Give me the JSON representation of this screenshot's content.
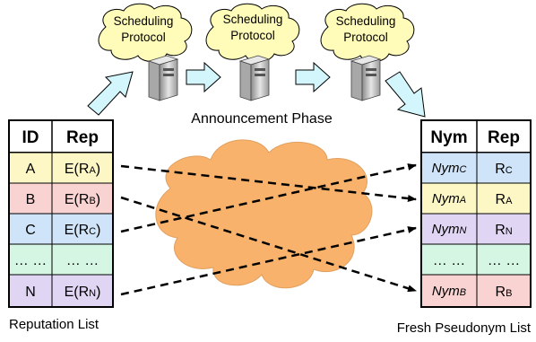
{
  "servers": [
    {
      "line1": "Scheduling",
      "line2": "Protocol"
    },
    {
      "line1": "Scheduling",
      "line2": "Protocol"
    },
    {
      "line1": "Scheduling",
      "line2": "Protocol"
    }
  ],
  "phase_label": "Announcement Phase",
  "left_table": {
    "headers": [
      "ID",
      "Rep"
    ],
    "rows": [
      {
        "id": "A",
        "rep": "E(R",
        "rep_sub": "A",
        "rep_close": ")",
        "color": "#fdf7c6"
      },
      {
        "id": "B",
        "rep": "E(R",
        "rep_sub": "B",
        "rep_close": ")",
        "color": "#f9d2d2"
      },
      {
        "id": "C",
        "rep": "E(R",
        "rep_sub": "C",
        "rep_close": ")",
        "color": "#cfe4f8"
      },
      {
        "id": "… …",
        "rep": "… …",
        "rep_sub": "",
        "rep_close": "",
        "color": "#d6f6e4"
      },
      {
        "id": "N",
        "rep": "E(R",
        "rep_sub": "N",
        "rep_close": ")",
        "color": "#e0d6f4"
      }
    ],
    "caption": "Reputation List"
  },
  "right_table": {
    "headers": [
      "Nym",
      "Rep"
    ],
    "rows": [
      {
        "nym": "Nym",
        "nym_sub": "C",
        "rep": "R",
        "rep_sub": "C",
        "color": "#cfe4f8"
      },
      {
        "nym": "Nym",
        "nym_sub": "A",
        "rep": "R",
        "rep_sub": "A",
        "color": "#fdf7c6"
      },
      {
        "nym": "Nym",
        "nym_sub": "N",
        "rep": "R",
        "rep_sub": "N",
        "color": "#e0d6f4"
      },
      {
        "nym": "… …",
        "nym_sub": "",
        "rep": "… …",
        "rep_sub": "",
        "color": "#d6f6e4"
      },
      {
        "nym": "Nym",
        "nym_sub": "B",
        "rep": "R",
        "rep_sub": "B",
        "color": "#f9d2d2"
      }
    ],
    "caption": "Fresh Pseudonym List"
  },
  "colors": {
    "cloud_small": "#fffbb8",
    "mix_cloud": "#f9b26b",
    "arrow_fill": "#d2f6fb",
    "server_body": "#c8c8c8"
  }
}
